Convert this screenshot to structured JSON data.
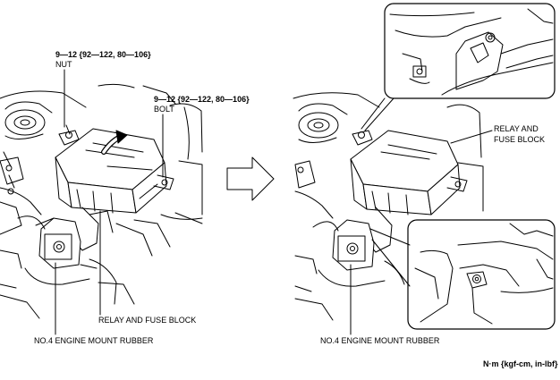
{
  "left_panel": {
    "nut_torque": "9—12 {92—122, 80—106}",
    "nut_label": "NUT",
    "bolt_torque": "9—12 {92—122, 80—106}",
    "bolt_label": "BOLT",
    "relay_label": "RELAY AND FUSE BLOCK",
    "mount_label": "NO.4 ENGINE MOUNT RUBBER"
  },
  "right_panel": {
    "relay_label_line1": "RELAY AND",
    "relay_label_line2": "FUSE BLOCK",
    "mount_label": "NO.4 ENGINE MOUNT RUBBER"
  },
  "unit_legend": "N·m {kgf-cm, in-lbf}"
}
